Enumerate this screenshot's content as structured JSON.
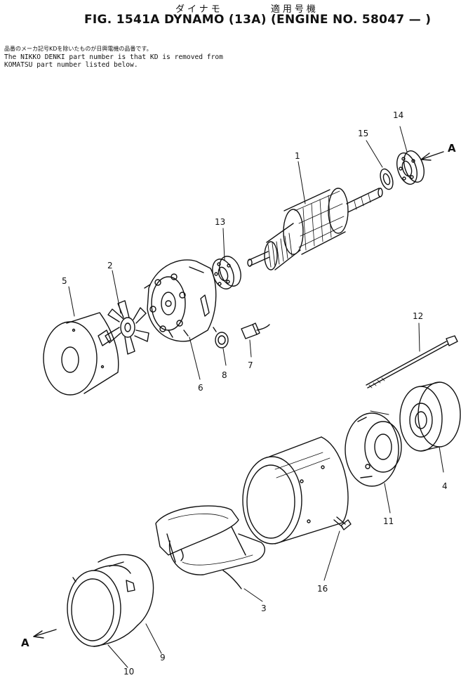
{
  "header": {
    "jp_name": "ダイナモ",
    "jp_applicable": "適用号機",
    "figure_title": "FIG. 1541A  DYNAMO (13A) (ENGINE NO. 58047 — )"
  },
  "notes": {
    "japanese": "品番のメーカ記号KDを除いたものが日興電機の品番です。",
    "english_line1": "The NIKKO DENKI part number is that KD is removed from",
    "english_line2": "KOMATSU part number listed below."
  },
  "callouts": {
    "p1": "1",
    "p2": "2",
    "p3": "3",
    "p4": "4",
    "p5": "5",
    "p6": "6",
    "p7": "7",
    "p8": "8",
    "p9": "9",
    "p10": "10",
    "p11": "11",
    "p12": "12",
    "p13": "13",
    "p14": "14",
    "p15": "15",
    "p16": "16"
  },
  "view_markers": {
    "top_right": "A",
    "bottom_left": "A"
  },
  "colors": {
    "ink": "#111111",
    "paper": "#ffffff"
  }
}
